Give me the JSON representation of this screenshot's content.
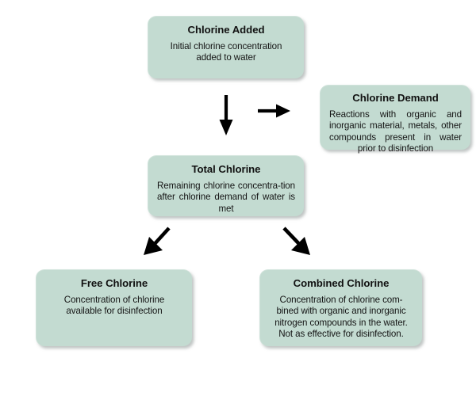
{
  "diagram": {
    "title": "Chlorine Added / Chlorine Demand / Total Chlorine flow diagram",
    "background_color": "#ffffff",
    "node_fill_color": "#c3dbd1",
    "arrow_color": "#000000",
    "text_color": "#111111",
    "nodes": [
      {
        "id": "chlorine-added",
        "title": "Chlorine Added",
        "body": "Initial chlorine concentration added to water"
      },
      {
        "id": "chlorine-demand",
        "title": "Chlorine Demand",
        "body": "Reactions with organic and inorganic material, metals, other compounds present in water prior to disinfection"
      },
      {
        "id": "total-chlorine",
        "title": "Total Chlorine",
        "body": "Remaining chlorine concentra-tion after chlorine demand of water is met"
      },
      {
        "id": "free-chlorine",
        "title": "Free Chlorine",
        "body": "Concentration of chlorine available for disinfection"
      },
      {
        "id": "combined-chlorine",
        "title": "Combined Chlorine",
        "body": "Concentration of chlorine com-bined with organic and inorganic nitrogen compounds in the water. Not as effective for disinfection."
      }
    ],
    "arrows": [
      {
        "id": "arrow-down-to-total-chlorine",
        "icon": "arrow-down-icon",
        "from": "chlorine-added",
        "to": "total-chlorine"
      },
      {
        "id": "arrow-right-to-chlorine-demand",
        "icon": "arrow-right-icon",
        "from": "chlorine-added",
        "to": "chlorine-demand"
      },
      {
        "id": "arrow-down-left-to-free-chlorine",
        "icon": "arrow-down-left-icon",
        "from": "total-chlorine",
        "to": "free-chlorine"
      },
      {
        "id": "arrow-down-right-to-combined-chlorine",
        "icon": "arrow-down-right-icon",
        "from": "total-chlorine",
        "to": "combined-chlorine"
      }
    ]
  }
}
